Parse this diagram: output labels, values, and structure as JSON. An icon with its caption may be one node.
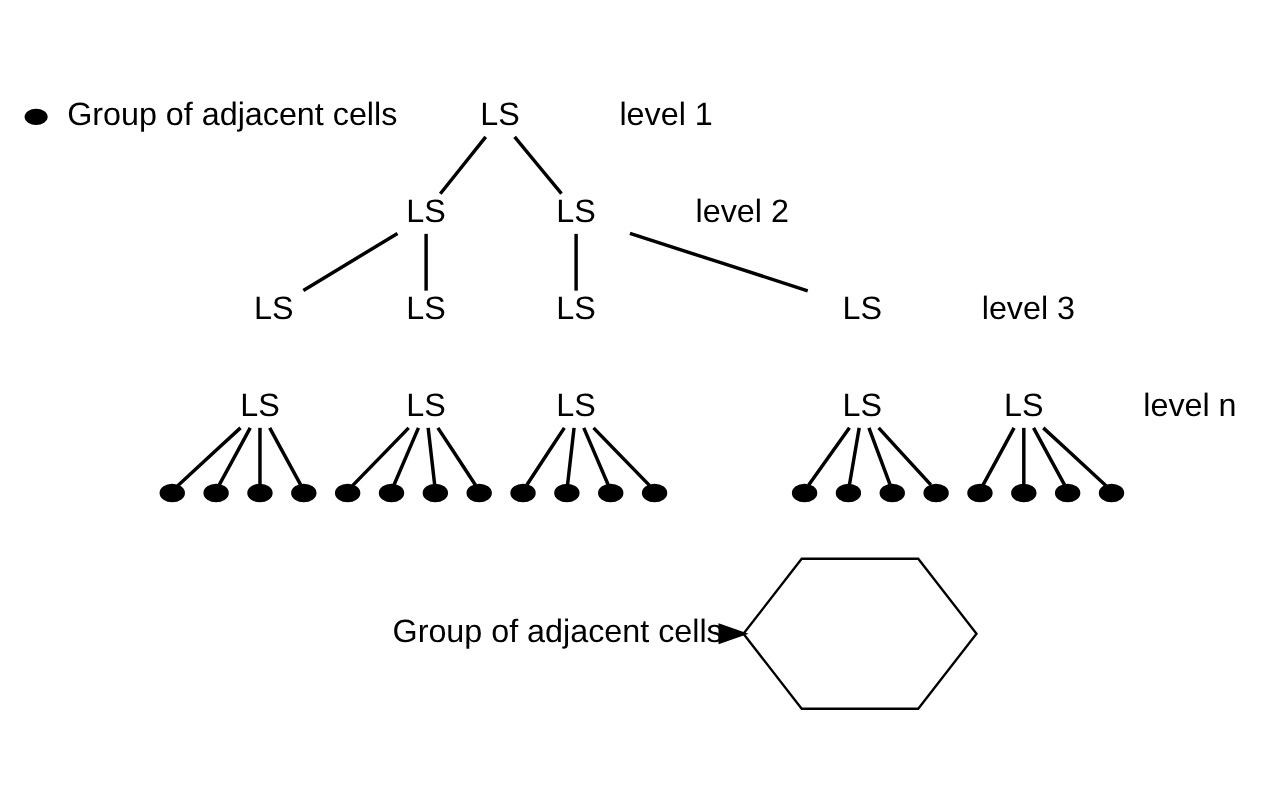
{
  "diagram": {
    "nodes": [
      {
        "text": [
          "LS"
        ]
      },
      {
        "text": [
          "LS"
        ]
      },
      {
        "text": [
          "LS"
        ]
      },
      {
        "text": [
          "LS"
        ]
      },
      {
        "text": [
          "LS"
        ]
      },
      {
        "text": [
          "LS"
        ]
      },
      {
        "text": [
          "LS"
        ]
      },
      {
        "text": [
          "LS"
        ]
      },
      {
        "text": [
          "LS"
        ]
      },
      {
        "text": [
          "LS"
        ]
      },
      {
        "text": [
          "LS"
        ]
      },
      {
        "text": [
          "LS"
        ]
      },
      {
        "text": [],
        "shape": "circle"
      },
      {
        "text": [],
        "shape": "circle"
      },
      {
        "text": [],
        "shape": "circle"
      },
      {
        "text": [],
        "shape": "circle"
      },
      {
        "text": [],
        "shape": "circle"
      },
      {
        "text": [],
        "shape": "circle"
      },
      {
        "text": [],
        "shape": "circle"
      },
      {
        "text": [],
        "shape": "circle"
      },
      {
        "text": [],
        "shape": "circle"
      },
      {
        "text": [],
        "shape": "circle"
      },
      {
        "text": [],
        "shape": "circle"
      },
      {
        "text": [],
        "shape": "circle"
      },
      {
        "text": [],
        "shape": "circle"
      },
      {
        "text": [],
        "shape": "circle"
      },
      {
        "text": [],
        "shape": "circle"
      },
      {
        "text": [],
        "shape": "circle"
      },
      {
        "text": [],
        "shape": "circle"
      },
      {
        "text": [],
        "shape": "circle"
      },
      {
        "text": [],
        "shape": "circle"
      },
      {
        "text": [],
        "shape": "circle"
      },
      {
        "text": [
          "Group of adjacent cells"
        ]
      },
      {
        "text": [],
        "shape": "hexagon"
      }
    ],
    "edges": [
      {
        "from": 0,
        "to": 1,
        "arrow": "none"
      },
      {
        "from": 0,
        "to": 2,
        "arrow": "none"
      },
      {
        "from": 1,
        "to": 3,
        "arrow": "none"
      },
      {
        "from": 1,
        "to": 4,
        "arrow": "none"
      },
      {
        "from": 2,
        "to": 5,
        "arrow": "none"
      },
      {
        "from": 2,
        "to": 6,
        "arrow": "none"
      },
      {
        "from": 7,
        "to": 12,
        "arrow": "none"
      },
      {
        "from": 7,
        "to": 13,
        "arrow": "none"
      },
      {
        "from": 7,
        "to": 14,
        "arrow": "none"
      },
      {
        "from": 7,
        "to": 15,
        "arrow": "none"
      },
      {
        "from": 8,
        "to": 16,
        "arrow": "none"
      },
      {
        "from": 8,
        "to": 17,
        "arrow": "none"
      },
      {
        "from": 8,
        "to": 18,
        "arrow": "none"
      },
      {
        "from": 8,
        "to": 19,
        "arrow": "none"
      },
      {
        "from": 9,
        "to": 20,
        "arrow": "none"
      },
      {
        "from": 9,
        "to": 21,
        "arrow": "none"
      },
      {
        "from": 9,
        "to": 22,
        "arrow": "none"
      },
      {
        "from": 9,
        "to": 23,
        "arrow": "none"
      },
      {
        "from": 10,
        "to": 24,
        "arrow": "none"
      },
      {
        "from": 10,
        "to": 25,
        "arrow": "none"
      },
      {
        "from": 10,
        "to": 26,
        "arrow": "none"
      },
      {
        "from": 10,
        "to": 27,
        "arrow": "none"
      },
      {
        "from": 11,
        "to": 28,
        "arrow": "none"
      },
      {
        "from": 11,
        "to": 29,
        "arrow": "none"
      },
      {
        "from": 11,
        "to": 30,
        "arrow": "none"
      },
      {
        "from": 11,
        "to": 31,
        "arrow": "none"
      },
      {
        "from": 32,
        "to": 33,
        "arrow": "to"
      }
    ],
    "labels": [
      "level 1",
      "level 2",
      "level 3",
      "level n"
    ],
    "legend": [
      {
        "text": "Group of adjacent cells"
      }
    ]
  }
}
